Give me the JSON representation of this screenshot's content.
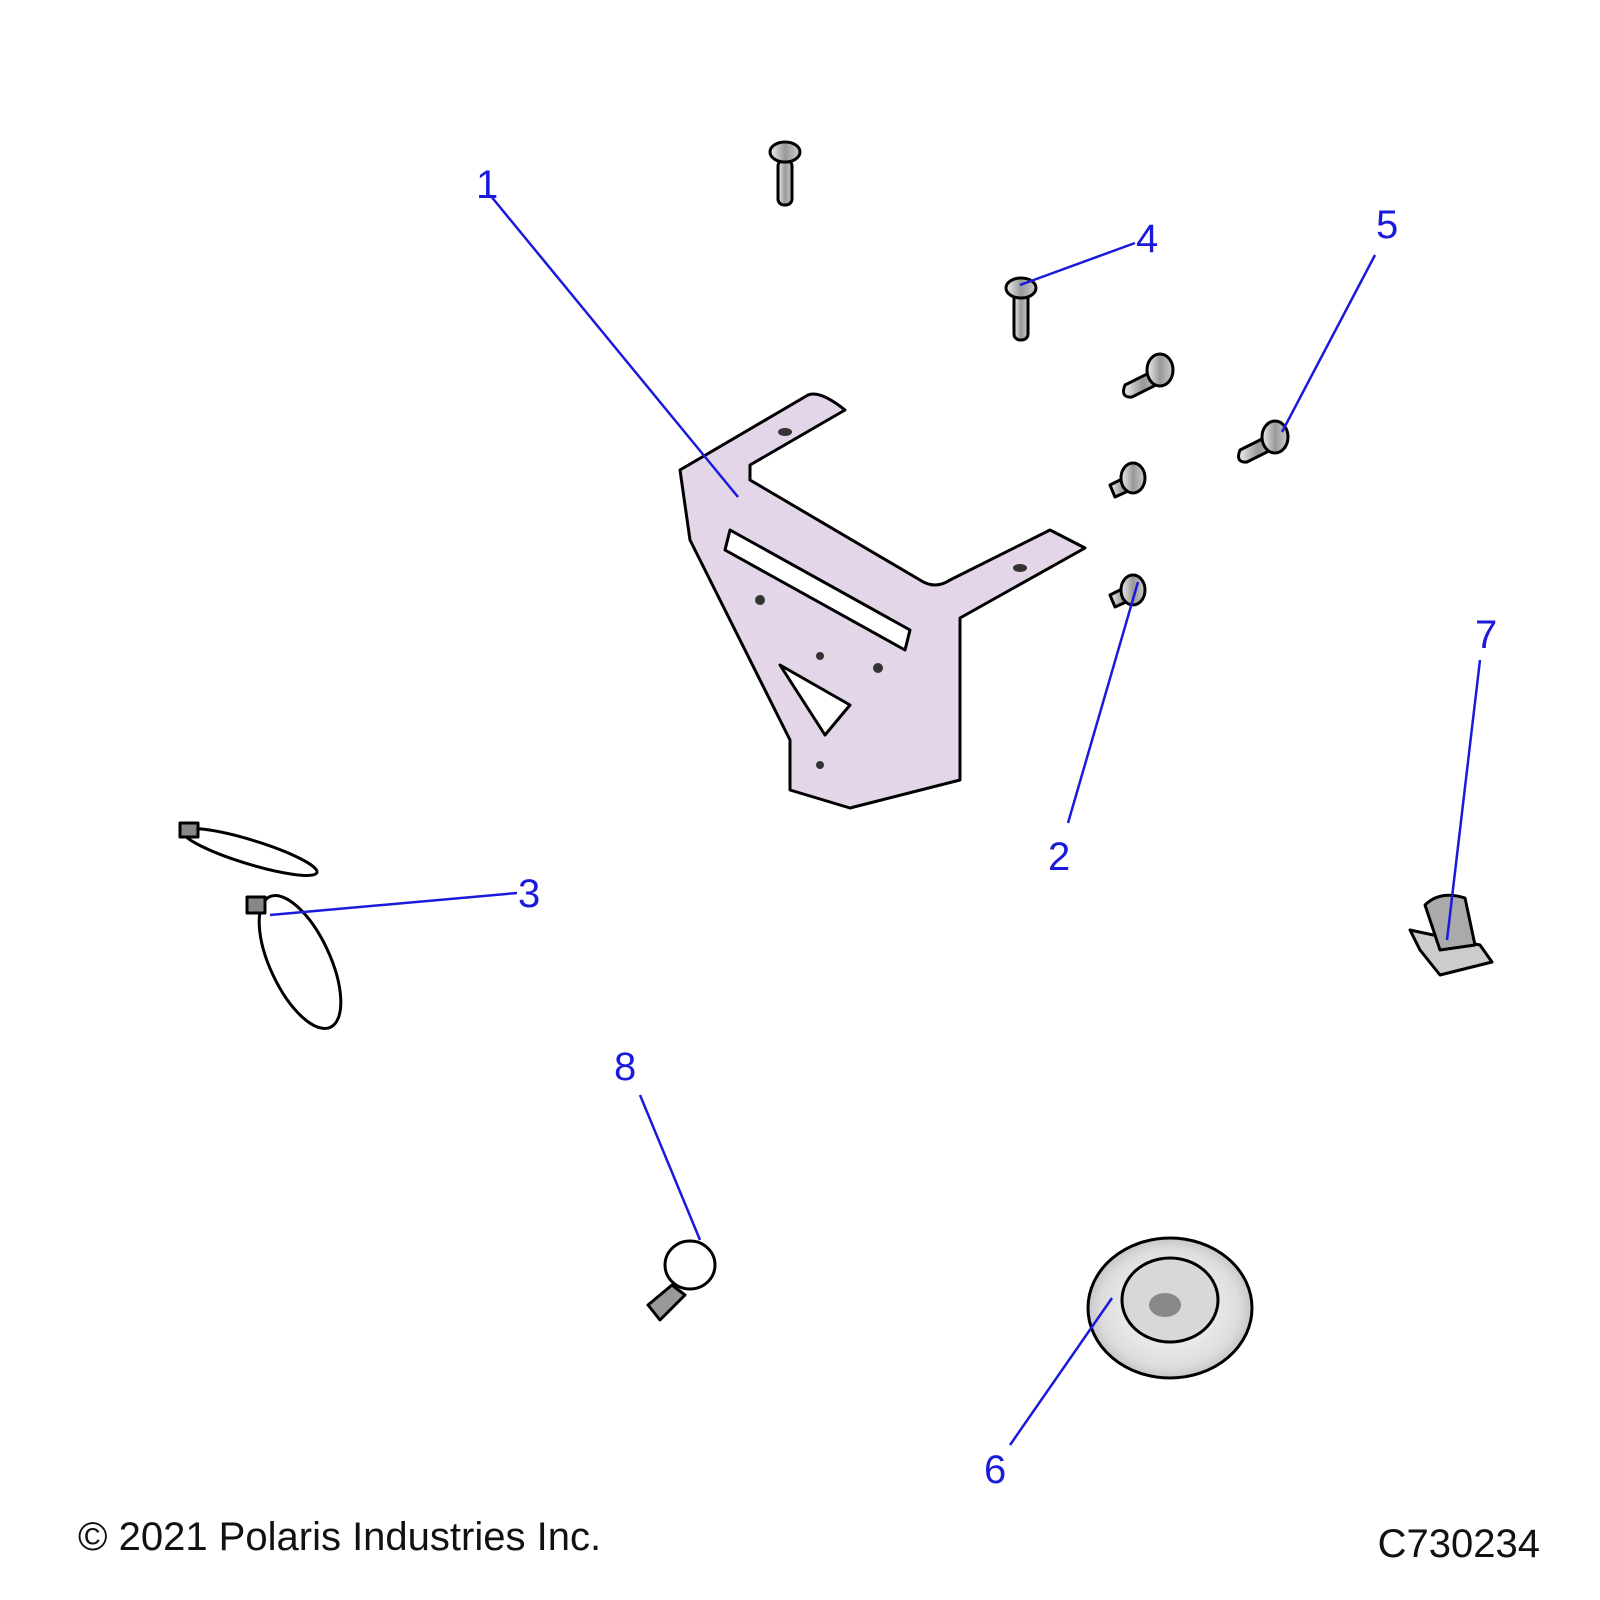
{
  "diagram": {
    "callouts": [
      {
        "id": "1",
        "label": "1"
      },
      {
        "id": "2",
        "label": "2"
      },
      {
        "id": "3",
        "label": "3"
      },
      {
        "id": "4",
        "label": "4"
      },
      {
        "id": "5",
        "label": "5"
      },
      {
        "id": "6",
        "label": "6"
      },
      {
        "id": "7",
        "label": "7"
      },
      {
        "id": "8",
        "label": "8"
      }
    ],
    "colors": {
      "callout": "#1a1adb",
      "bracket": "#e2d6e8",
      "hardware": "#b4b4b4"
    }
  },
  "footer": {
    "copyright": "© 2021 Polaris Industries Inc.",
    "drawing_number": "C730234"
  }
}
